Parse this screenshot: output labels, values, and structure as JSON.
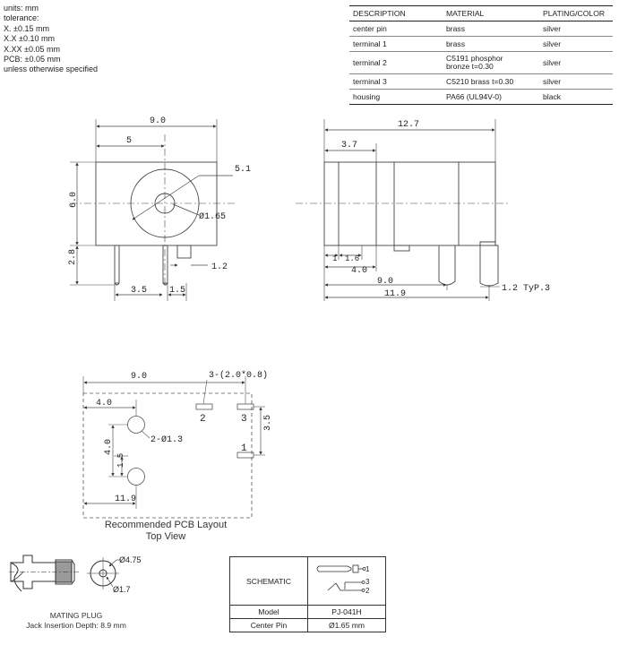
{
  "tolerance": {
    "lines": [
      "units: mm",
      "tolerance:",
      "X. ±0.15 mm",
      "X.X ±0.10 mm",
      "X.XX ±0.05 mm",
      "PCB: ±0.05 mm",
      "unless otherwise specified"
    ]
  },
  "materials": {
    "headers": [
      "DESCRIPTION",
      "MATERIAL",
      "PLATING/COLOR"
    ],
    "rows": [
      {
        "description": "center pin",
        "material": "brass",
        "plating": "silver"
      },
      {
        "description": "terminal 1",
        "material": "brass",
        "plating": "silver"
      },
      {
        "description": "terminal 2",
        "material": "C5191 phosphor",
        "material2": "bronze t=0.30",
        "plating": "silver"
      },
      {
        "description": "terminal 3",
        "material": "C5210 brass t=0.30",
        "plating": "silver"
      },
      {
        "description": "housing",
        "material": "PA66 (UL94V-0)",
        "plating": "black"
      }
    ]
  },
  "front_view": {
    "dims": {
      "width": "9.0",
      "center_x": "5",
      "height": "6.0",
      "pin_height": "2.8",
      "radius": "5.1",
      "hole": "Ø1.65",
      "pin_width": "1.2",
      "pitch_a": "3.5",
      "pitch_b": "1.5"
    }
  },
  "side_view": {
    "dims": {
      "length": "12.7",
      "a": "3.7",
      "b": "1",
      "c": "1.6",
      "d": "4.0",
      "e": "9.0",
      "f": "11.9",
      "typ": "1.2 TyP.3"
    }
  },
  "pcb_layout": {
    "dims": {
      "width": "9.0",
      "slots": "3-(2.0*0.8)",
      "x1": "4.0",
      "holes": "2-Ø1.3",
      "y1": "4.0",
      "y2": "1.5",
      "x2": "11.9",
      "h": "3.5"
    },
    "pins": [
      "1",
      "2",
      "3"
    ],
    "caption_line1": "Recommended PCB Layout",
    "caption_line2": "Top View"
  },
  "mating_plug": {
    "outer": "Ø4.75",
    "inner": "Ø1.7",
    "caption_line1": "MATING PLUG",
    "caption_line2": "Jack Insertion Depth: 8.9 mm"
  },
  "schematic": {
    "label": "SCHEMATIC",
    "pins": [
      "1",
      "3",
      "2"
    ],
    "model_label": "Model",
    "model_value": "PJ-041H",
    "center_pin_label": "Center Pin",
    "center_pin_value": "Ø1.65 mm"
  }
}
